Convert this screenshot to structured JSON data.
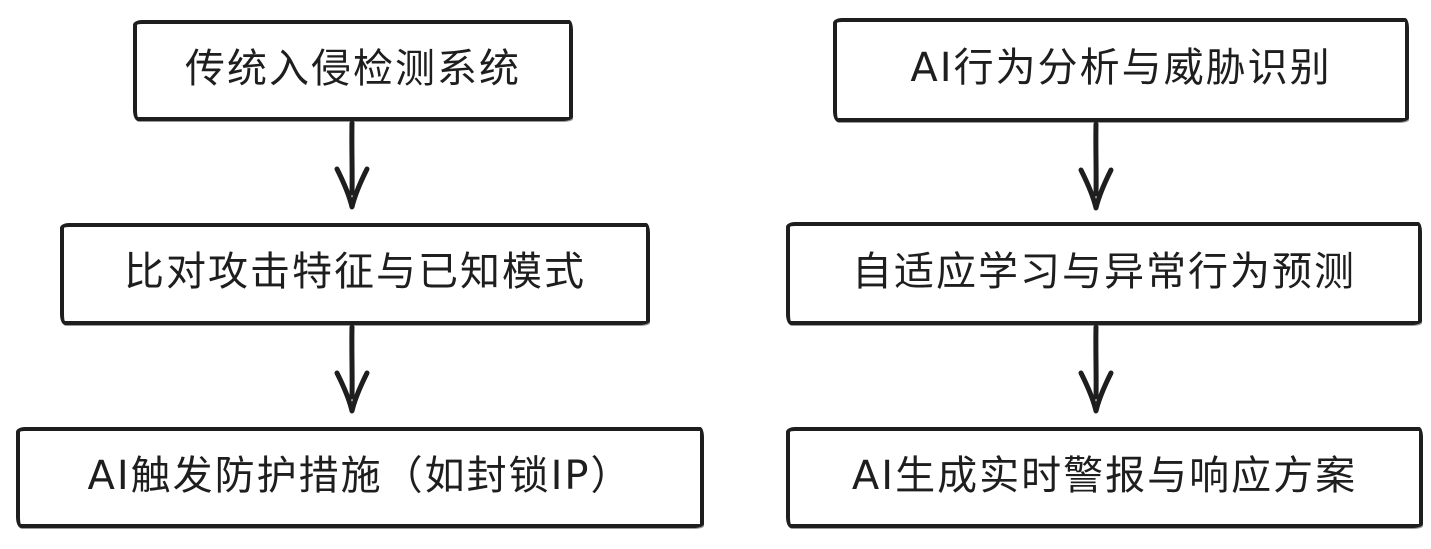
{
  "diagram": {
    "type": "flowchart",
    "background_color": "#ffffff",
    "stroke_color": "#1e1e1e",
    "columns": [
      {
        "name": "traditional-ids-flow",
        "nodes": [
          {
            "label": "传统入侵检测系统"
          },
          {
            "label": "比对攻击特征与已知模式"
          },
          {
            "label": "AI触发防护措施（如封锁IP）"
          }
        ],
        "connections": [
          {
            "from": 0,
            "to": 1,
            "style": "arrow-down"
          },
          {
            "from": 1,
            "to": 2,
            "style": "arrow-down"
          }
        ]
      },
      {
        "name": "ai-defense-flow",
        "nodes": [
          {
            "label": "AI行为分析与威胁识别"
          },
          {
            "label": "自适应学习与异常行为预测"
          },
          {
            "label": "AI生成实时警报与响应方案"
          }
        ],
        "connections": [
          {
            "from": 0,
            "to": 1,
            "style": "arrow-down"
          },
          {
            "from": 1,
            "to": 2,
            "style": "arrow-down"
          }
        ]
      }
    ]
  }
}
